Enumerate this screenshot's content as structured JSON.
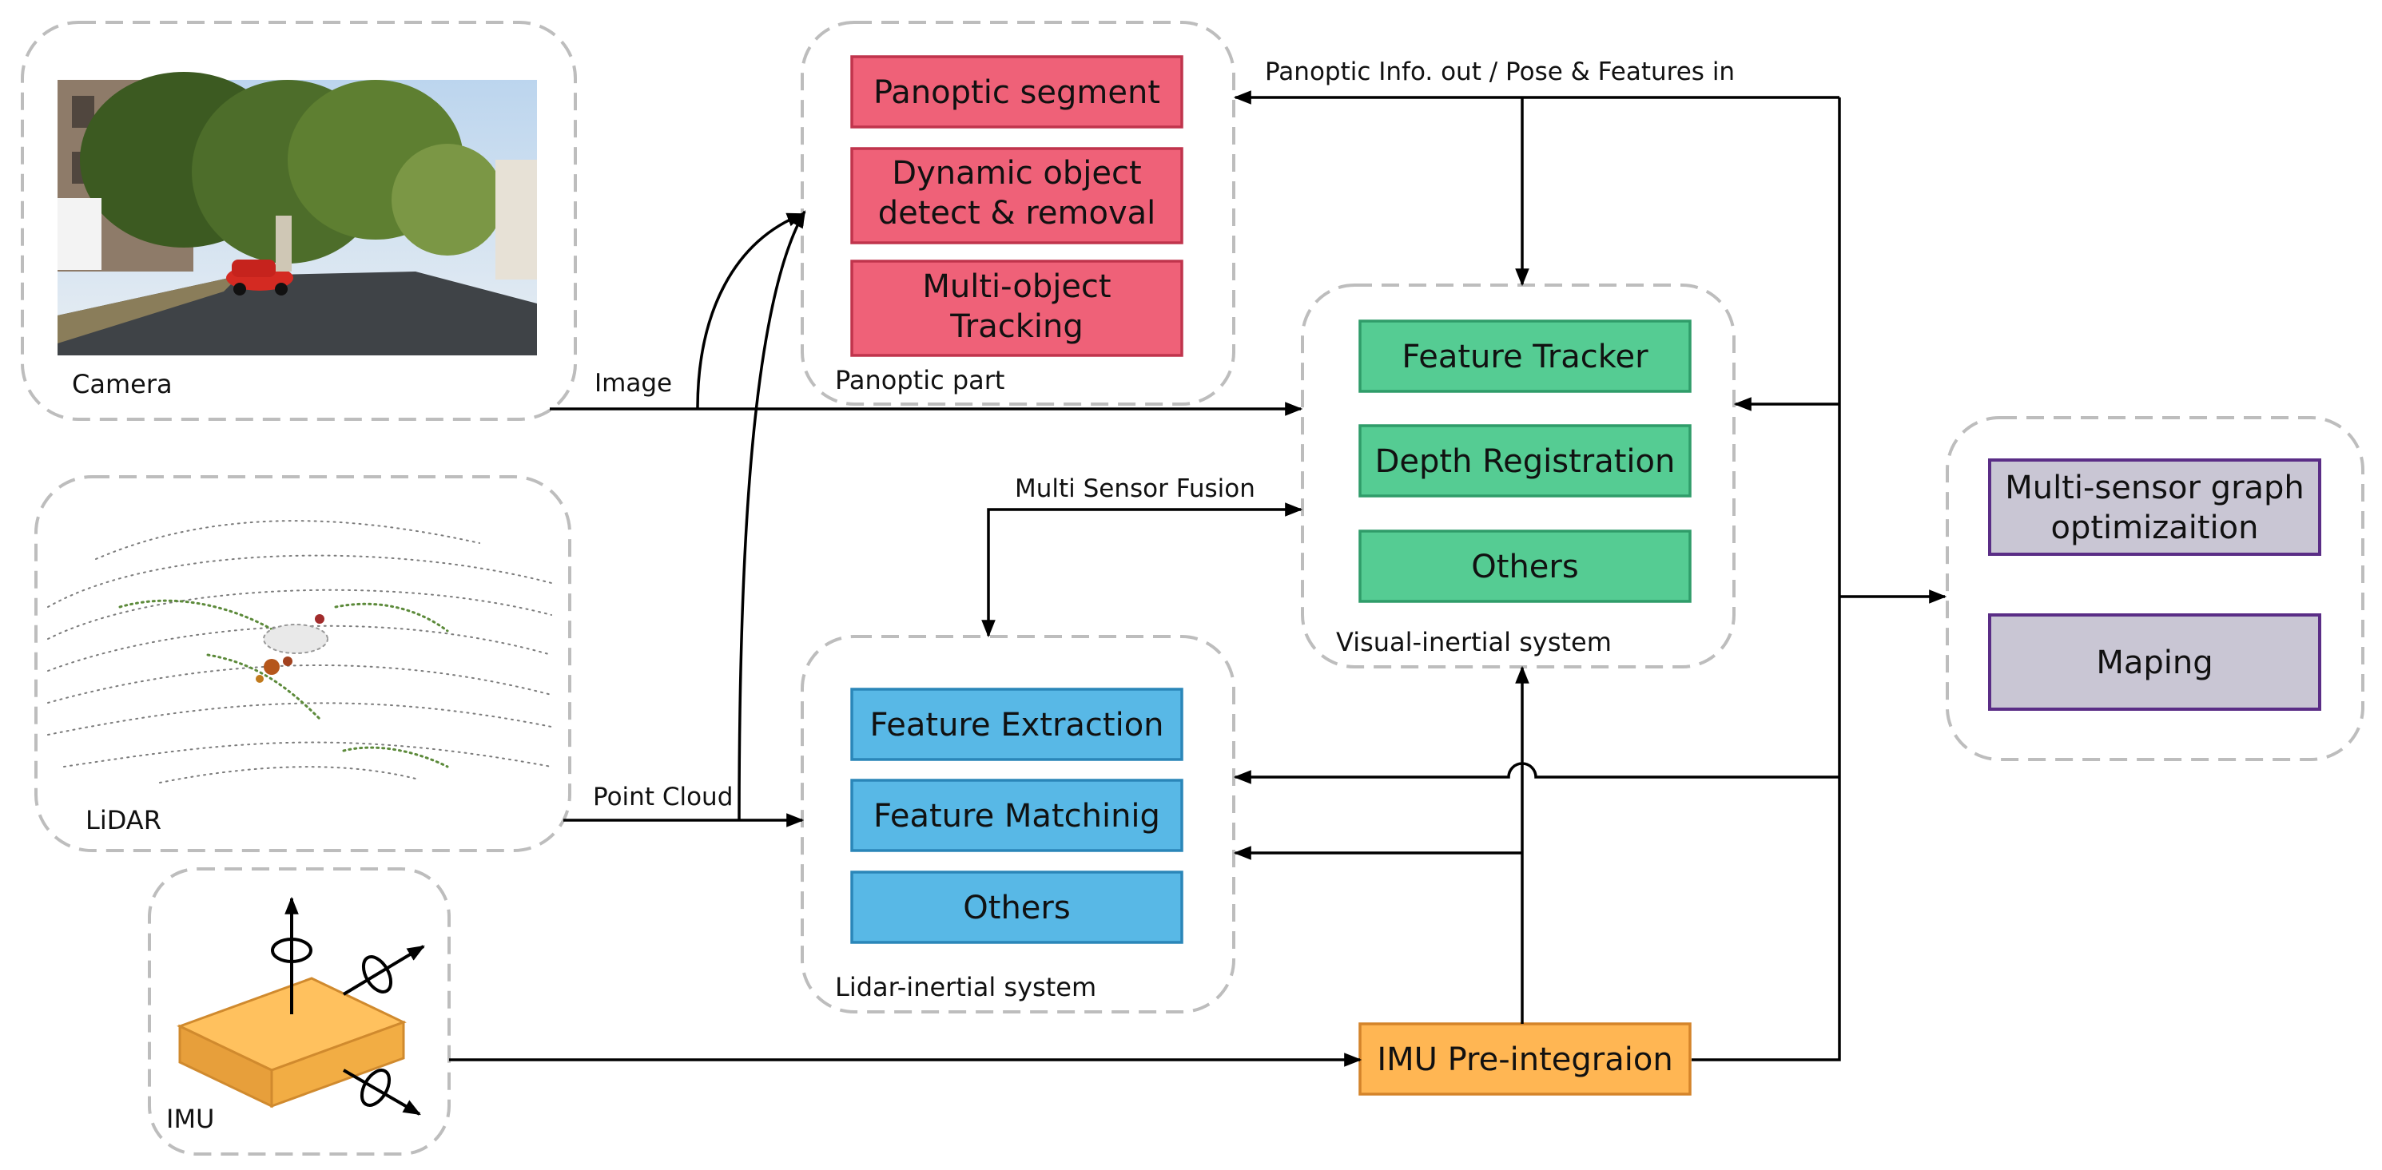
{
  "colors": {
    "panoptic": "#ef6178",
    "panoptic_border": "#c0344c",
    "visual": "#55cc93",
    "visual_border": "#2f9c69",
    "lidar": "#58b8e6",
    "lidar_border": "#2a86b8",
    "imu": "#ffb653",
    "imu_border": "#d4842a",
    "optim": "#c9c6d4",
    "optim_border": "#5a2d86",
    "group_border": "#bdbdbd",
    "edge": "#000000"
  },
  "groups": {
    "camera": "Camera",
    "lidar": "LiDAR",
    "imu": "IMU",
    "panoptic": "Panoptic part",
    "visual": "Visual-inertial system",
    "lidar_inertial": "Lidar-inertial system"
  },
  "panoptic_boxes": [
    {
      "lines": [
        "Panoptic segment"
      ]
    },
    {
      "lines": [
        "Dynamic object",
        "detect & removal"
      ]
    },
    {
      "lines": [
        "Multi-object",
        "Tracking"
      ]
    }
  ],
  "visual_boxes": [
    {
      "lines": [
        "Feature Tracker"
      ]
    },
    {
      "lines": [
        "Depth Registration"
      ]
    },
    {
      "lines": [
        "Others"
      ]
    }
  ],
  "lidar_boxes": [
    {
      "lines": [
        "Feature Extraction"
      ]
    },
    {
      "lines": [
        "Feature Matchinig"
      ]
    },
    {
      "lines": [
        "Others"
      ]
    }
  ],
  "imu_box": {
    "lines": [
      "IMU Pre-integraion"
    ]
  },
  "optim_boxes": [
    {
      "lines": [
        "Multi-sensor graph",
        "optimizaition"
      ]
    },
    {
      "lines": [
        "Maping"
      ]
    }
  ],
  "edge_labels": {
    "image": "Image",
    "point_cloud": "Point Cloud",
    "panoptic_io": "Panoptic  Info. out / Pose & Features in",
    "fusion": "Multi Sensor Fusion"
  },
  "icons": {
    "camera_photo": "street-scene-photo",
    "lidar_scan": "point-cloud-scan",
    "imu_device": "imu-sensor-block-with-rotation-axes"
  }
}
